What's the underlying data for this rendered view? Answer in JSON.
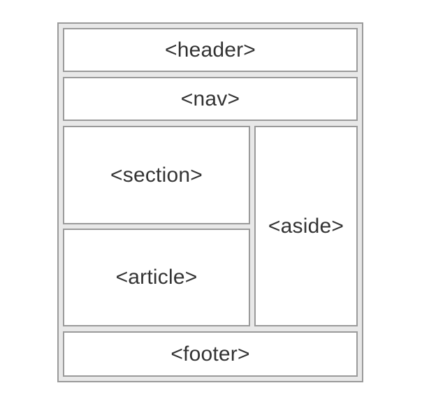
{
  "diagram": {
    "colors": {
      "frame_background": "#e8e8e8",
      "border": "#9a9a9a",
      "box_background": "#ffffff",
      "text": "#333333"
    },
    "boxes": {
      "header": "<header>",
      "nav": "<nav>",
      "section": "<section>",
      "article": "<article>",
      "aside": "<aside>",
      "footer": "<footer>"
    }
  }
}
